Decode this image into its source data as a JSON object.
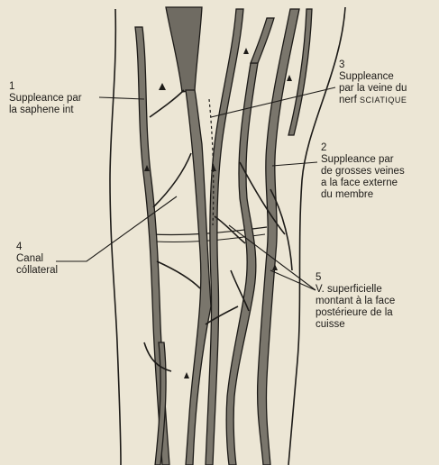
{
  "colors": {
    "paper": "#ece6d5",
    "ink": "#1d1b18",
    "vein_fill": "#7a766c"
  },
  "labels": [
    {
      "id": "label-1",
      "number": "1",
      "lines": [
        "Suppleance par",
        "la saphene int"
      ]
    },
    {
      "id": "label-2",
      "number": "2",
      "lines": [
        "Suppleance par",
        "de grosses veines",
        "a la face externe",
        "du membre"
      ]
    },
    {
      "id": "label-3",
      "number": "3",
      "lines": [
        "Suppleance",
        "par la veine du"
      ],
      "last_line": {
        "text": "nerf",
        "small_caps": "SCIATIQUE"
      }
    },
    {
      "id": "label-4",
      "number": "4",
      "lines": [
        "Canal",
        "cóllateral"
      ]
    },
    {
      "id": "label-5",
      "number": "5",
      "lines": [
        "V. superficielle",
        "montant à la face",
        "postérieure de la",
        "cuisse"
      ]
    }
  ]
}
